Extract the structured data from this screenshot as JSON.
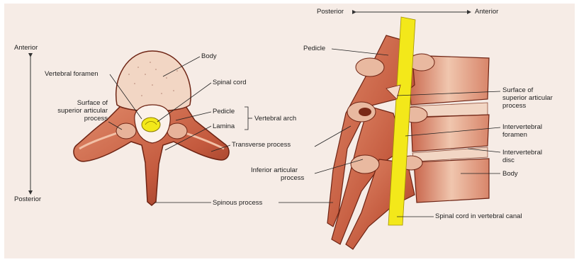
{
  "left_view": {
    "anterior": "Anterior",
    "posterior": "Posterior",
    "labels": {
      "body": "Body",
      "vertebral_foramen": "Vertebral foramen",
      "spinal_cord": "Spinal cord",
      "surface_superior_articular_line1": "Surface of",
      "surface_superior_articular_line2": "superior articular",
      "surface_superior_articular_line3": "process",
      "pedicle": "Pedicle",
      "lamina": "Lamina",
      "vertebral_arch": "Vertebral arch",
      "transverse_process": "Transverse process",
      "spinous_process": "Spinous process"
    }
  },
  "right_view": {
    "posterior": "Posterior",
    "anterior": "Anterior",
    "labels": {
      "pedicle": "Pedicle",
      "surface_superior_articular_line1": "Surface of",
      "surface_superior_articular_line2": "superior articular",
      "surface_superior_articular_line3": "process",
      "intervertebral_foramen_line1": "Intervertebral",
      "intervertebral_foramen_line2": "foramen",
      "intervertebral_disc_line1": "Intervertebral",
      "intervertebral_disc_line2": "disc",
      "body": "Body",
      "inferior_articular_line1": "Inferior articular",
      "inferior_articular_line2": "process",
      "spinal_cord_canal": "Spinal cord in vertebral canal"
    }
  },
  "colors": {
    "bone": "#c45a3e",
    "bone_dark": "#8e3320",
    "bone_light": "#f2cdb7",
    "spinal_cord": "#f3e81a",
    "background": "#f6ece6"
  }
}
